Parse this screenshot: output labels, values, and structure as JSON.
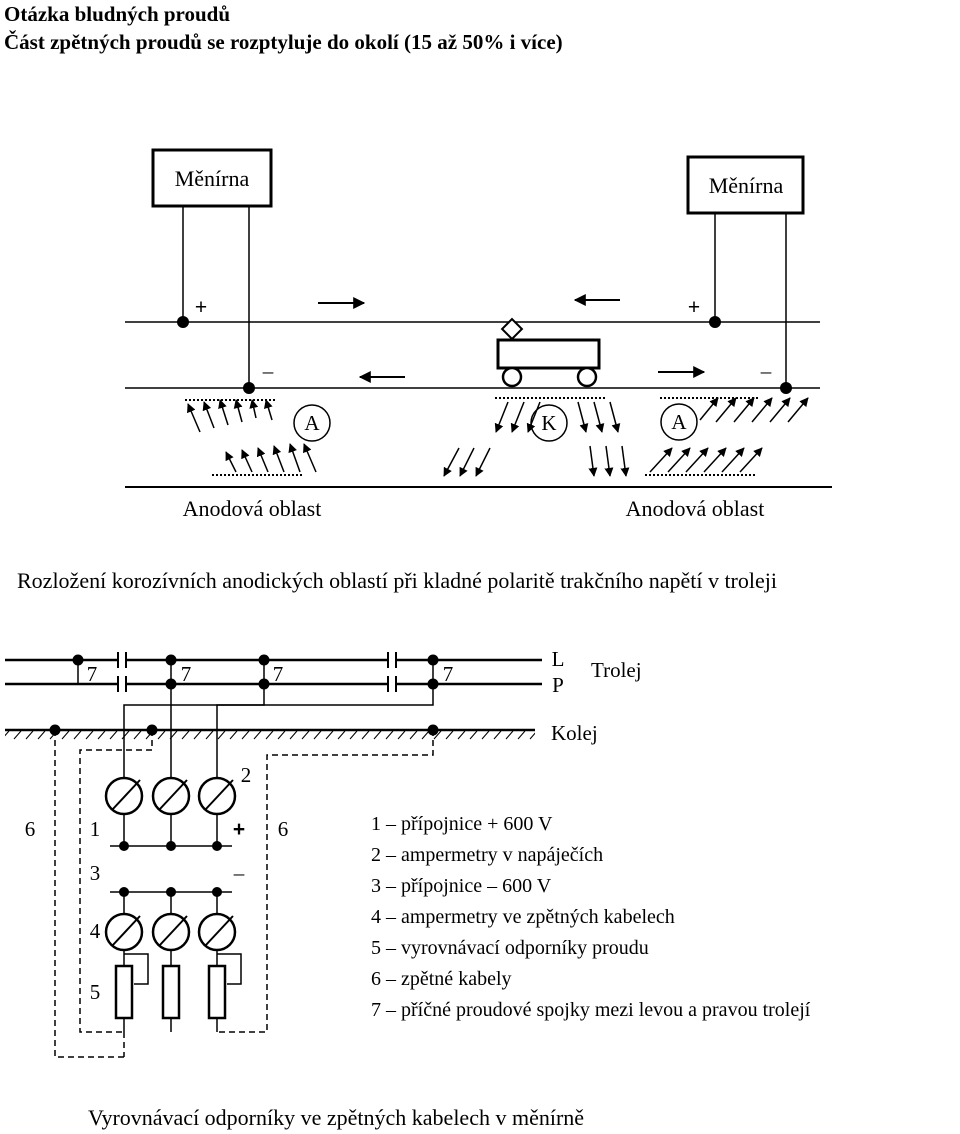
{
  "heading": {
    "title": "Otázka bludných proudů",
    "subtitle": "Část zpětných proudů se rozptyluje do okolí (15 až 50% i více)"
  },
  "top_diagram": {
    "substation_left": "Měnírna",
    "substation_right": "Měnírna",
    "plus_sign": "+",
    "minus_sign": "–",
    "anode_marker": "A",
    "cathode_marker": "K",
    "anode_area_left": "Anodová oblast",
    "anode_area_right": "Anodová oblast",
    "caption": "Rozložení korozívních anodických oblastí při kladné polaritě trakčního napětí v troleji"
  },
  "bottom_diagram": {
    "tag_7": "7",
    "wire_L": "L",
    "wire_P": "P",
    "trolley_label": "Trolej",
    "track_label": "Kolej",
    "num_1": "1",
    "num_2": "2",
    "num_3": "3",
    "num_4": "4",
    "num_5": "5",
    "num_6": "6",
    "plus_sign": "+",
    "minus_sign": "–",
    "legend": [
      "1 – přípojnice + 600 V",
      "2 – ampermetry v napáječích",
      "3 – přípojnice – 600 V",
      "4 – ampermetry ve zpětných kabelech",
      "5 – vyrovnávací odporníky proudu",
      "6 – zpětné kabely",
      "7 – příčné proudové spojky mezi levou a pravou trolejí"
    ],
    "caption": "Vyrovnávací odporníky ve zpětných kabelech v měnírně"
  }
}
